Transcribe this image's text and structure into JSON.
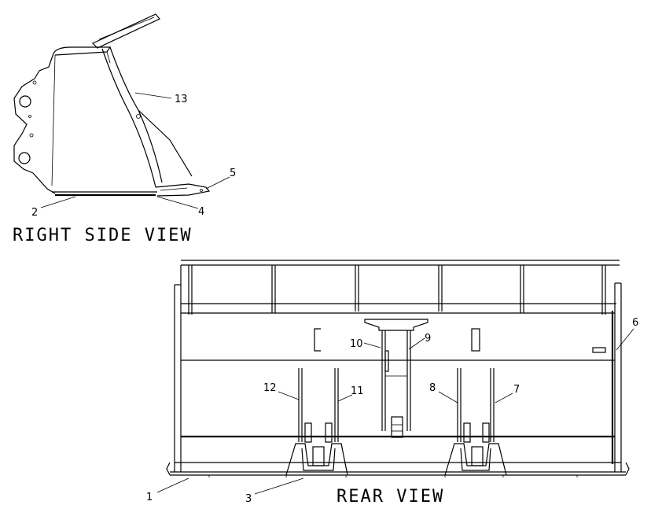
{
  "views": {
    "right_side": {
      "label": "RIGHT SIDE VIEW"
    },
    "rear": {
      "label": "REAR VIEW"
    }
  },
  "callouts": {
    "c1": "1",
    "c2": "2",
    "c3": "3",
    "c4": "4",
    "c5": "5",
    "c6": "6",
    "c7": "7",
    "c8": "8",
    "c9": "9",
    "c10": "10",
    "c11": "11",
    "c12": "12",
    "c13": "13"
  }
}
